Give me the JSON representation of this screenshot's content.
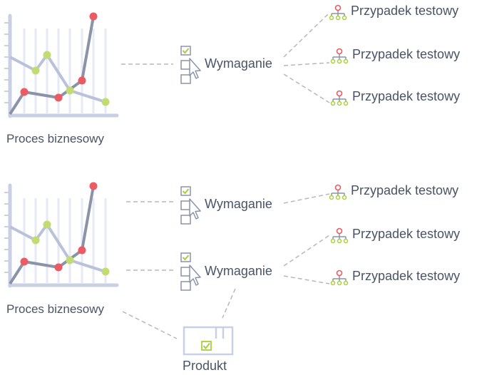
{
  "colors": {
    "axis": "#c9d0e3",
    "line_gray": "#8b93a8",
    "line_light": "#b9c2da",
    "point_red": "#ec5a63",
    "point_green": "#c3dc72",
    "connector": "#b8b8b8",
    "text": "#4a5366"
  },
  "icons": {
    "process": "line-chart-icon",
    "requirement": "checklist-cursor-icon",
    "test_case": "hierarchy-tree-icon",
    "product": "box-icon"
  },
  "top": {
    "process_label": "Proces biznesowy",
    "requirement_label": "Wymaganie",
    "test_cases": [
      "Przypadek testowy",
      "Przypadek testowy",
      "Przypadek testowy"
    ]
  },
  "bottom": {
    "process_label": "Proces biznesowy",
    "requirement_1_label": "Wymaganie",
    "requirement_2_label": "Wymaganie",
    "test_cases_req1": [
      "Przypadek testowy"
    ],
    "test_cases_req2": [
      "Przypadek testowy",
      "Przypadek testowy"
    ],
    "product_label": "Produkt"
  }
}
